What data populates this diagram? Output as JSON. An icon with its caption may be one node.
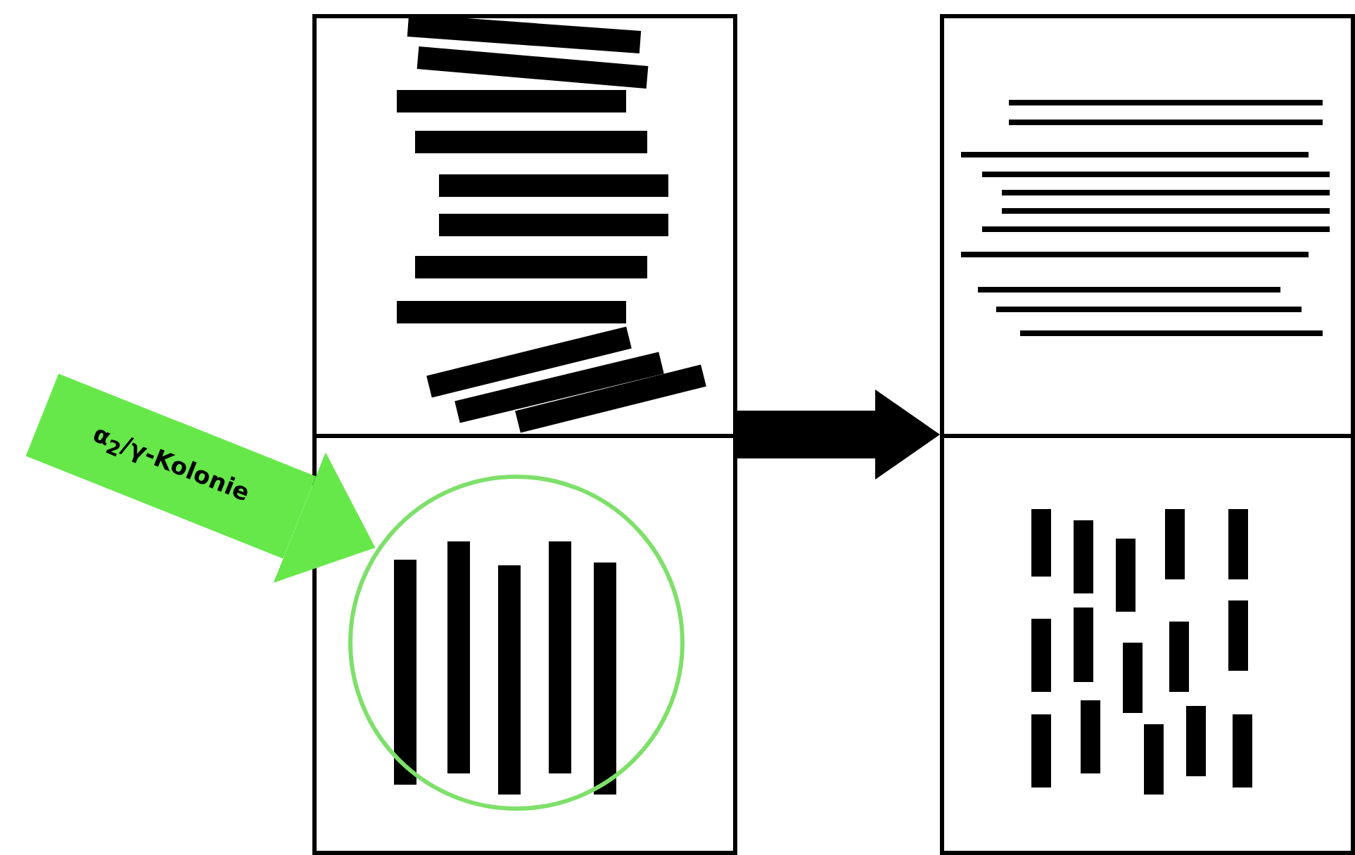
{
  "diagram": {
    "nodes": [
      {
        "text": [],
        "shape": "box"
      },
      {
        "text": [],
        "shape": "box"
      },
      {
        "text": [],
        "shape": "circle",
        "in": 0
      }
    ],
    "edges": [
      {
        "from": 0,
        "to": 1,
        "arrow": "to"
      },
      {
        "from": null,
        "to": 2,
        "arrow": "to",
        "style": "thick",
        "color": "#66e84a",
        "label": "α$_{2}$/γ-Kolonie"
      }
    ]
  }
}
